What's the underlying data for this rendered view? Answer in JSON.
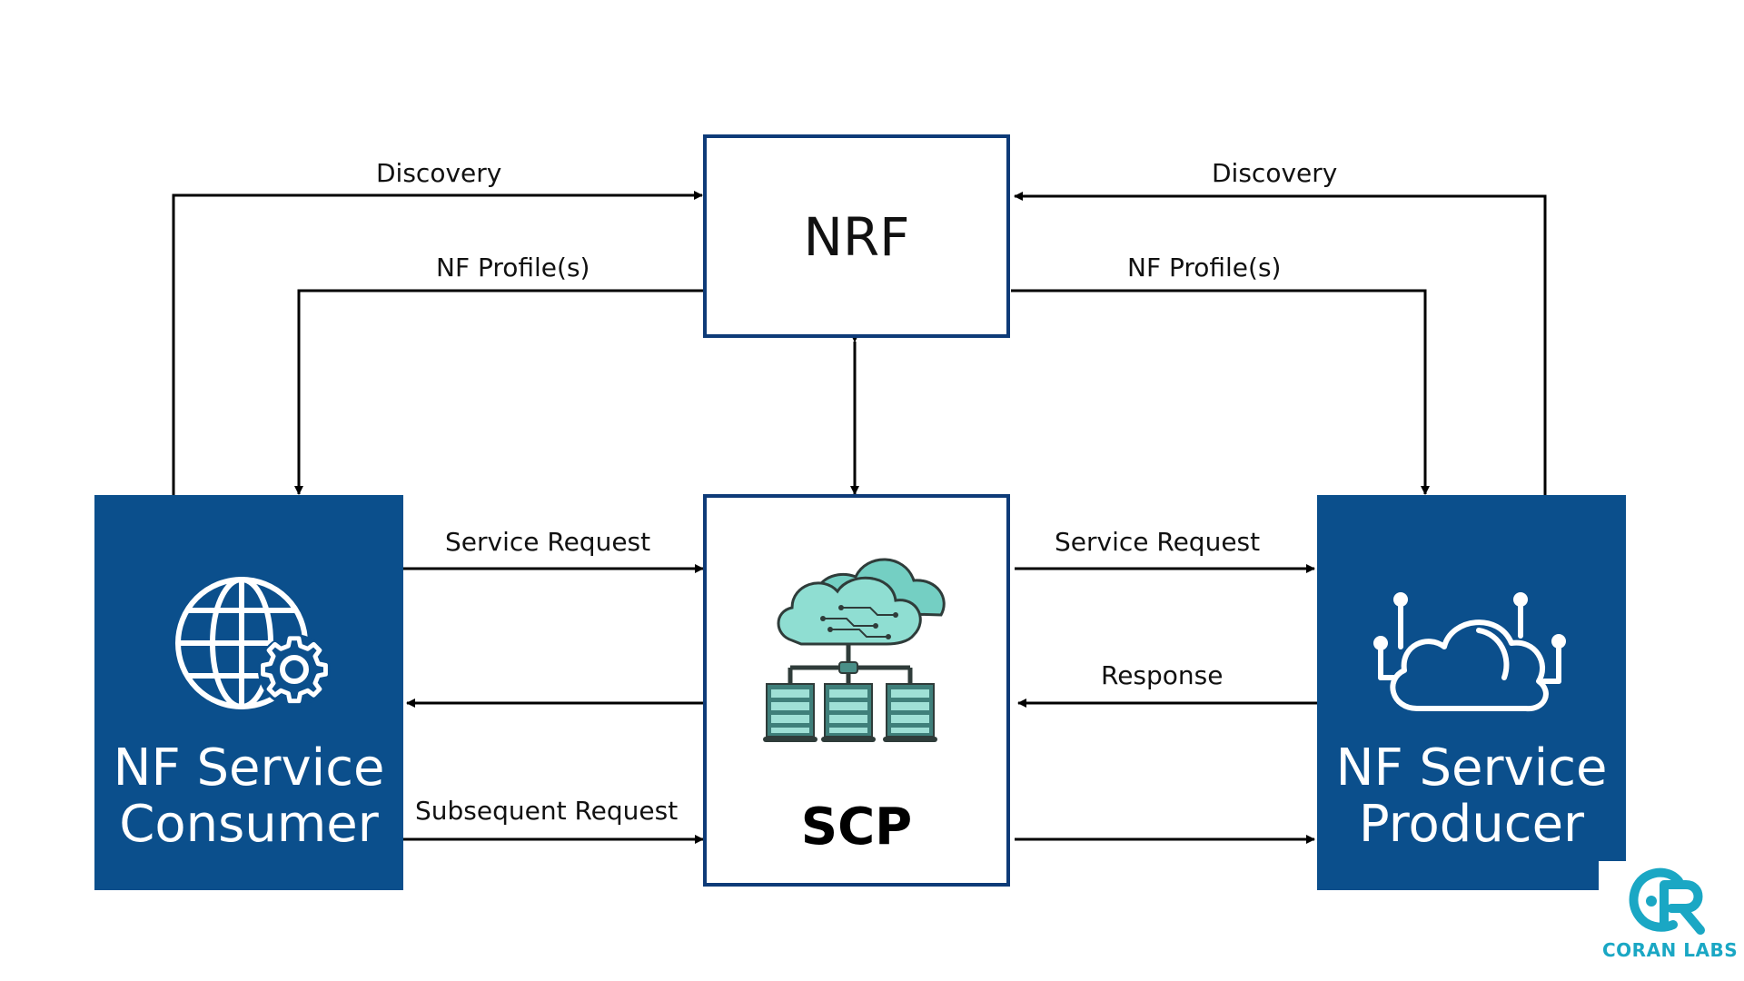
{
  "nodes": {
    "nrf": {
      "label": "NRF"
    },
    "scp": {
      "label": "SCP"
    },
    "consumer": {
      "label_line1": "NF Service",
      "label_line2": "Consumer"
    },
    "producer": {
      "label_line1": "NF Service",
      "label_line2": "Producer"
    }
  },
  "edges": {
    "consumer_discovery": "Discovery",
    "consumer_nf_profiles": "NF Profile(s)",
    "producer_discovery": "Discovery",
    "producer_nf_profiles": "NF Profile(s)",
    "consumer_service_request": "Service Request",
    "scp_service_request": "Service Request",
    "producer_response": "Response",
    "consumer_subsequent_request": "Subsequent Request"
  },
  "logo": {
    "text": "CORAN LABS"
  },
  "colors": {
    "box_fill": "#0b4f8c",
    "box_border": "#0e3b78",
    "arrow": "#000000",
    "logo": "#1aa7c4",
    "cloud": "#74cfc3",
    "server": "#3f7f7a"
  }
}
